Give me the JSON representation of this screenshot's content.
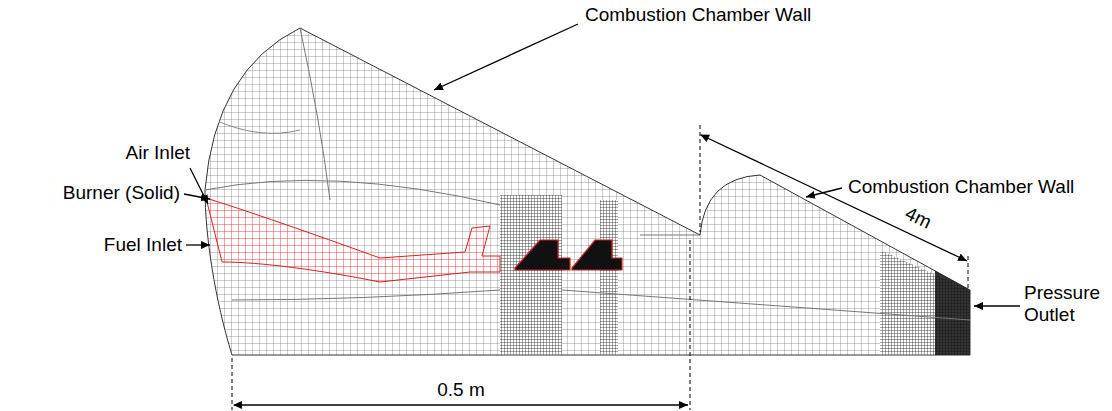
{
  "diagram": {
    "labels": [
      "Combustion Chamber Wall",
      "Combustion Chamber Wall",
      "Air Inlet",
      "Burner (Solid)",
      "Fuel Inlet",
      "0.5 m",
      "4m",
      "Pressure Outlet"
    ]
  }
}
